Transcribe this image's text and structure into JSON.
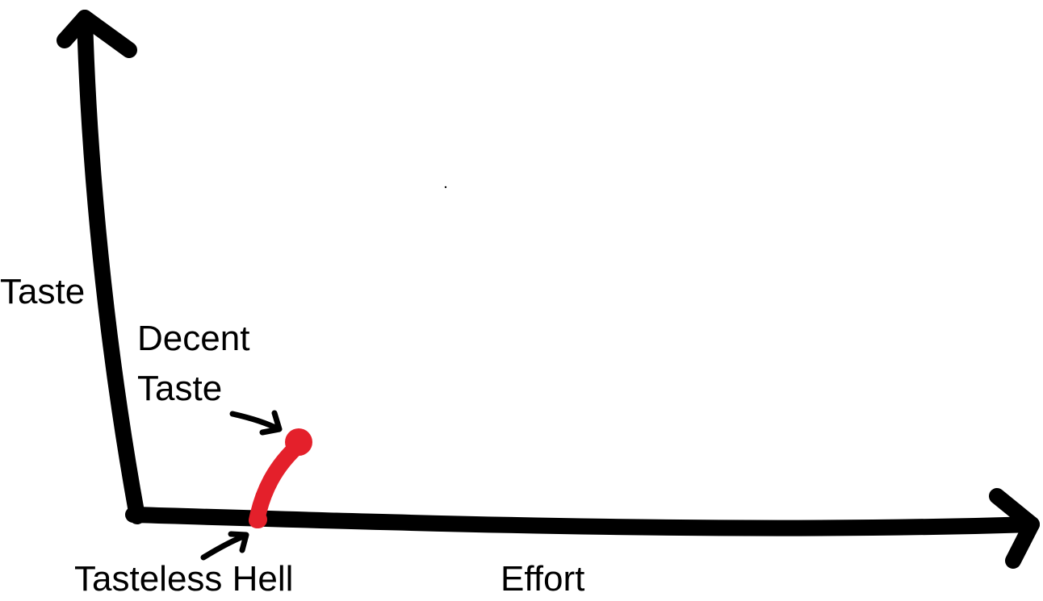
{
  "labels": {
    "y_axis": "Taste",
    "x_axis": "Effort",
    "decent_taste_line1": "Decent",
    "decent_taste_line2": "Taste",
    "tasteless_hell": "Tasteless Hell"
  },
  "colors": {
    "axis": "#000000",
    "curve": "#e4202b",
    "background": "#ffffff"
  }
}
